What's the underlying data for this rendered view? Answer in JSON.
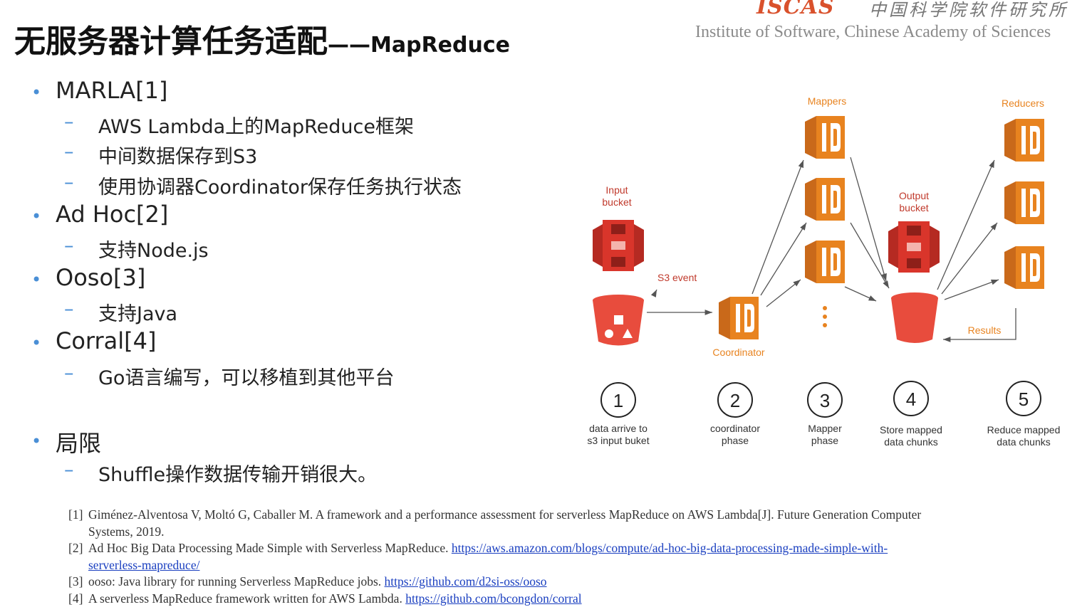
{
  "header": {
    "title_main": "无服务器计算任务适配",
    "title_sub": "——MapReduce",
    "logo_text": "ISCAS",
    "logo_cn": "中国科学院软件研究所",
    "institute": "Institute of Software, Chinese Academy of Sciences"
  },
  "bullets": [
    {
      "text": "MARLA[1]",
      "subs": [
        "AWS Lambda上的MapReduce框架",
        "中间数据保存到S3",
        "使用协调器Coordinator保存任务执行状态"
      ]
    },
    {
      "text": "Ad Hoc[2]",
      "subs": [
        "支持Node.js"
      ]
    },
    {
      "text": "Ooso[3]",
      "subs": [
        "支持Java"
      ]
    },
    {
      "text": "Corral[4]",
      "subs": [
        "Go语言编写，可以移植到其他平台"
      ]
    },
    {
      "text": "局限",
      "subs": [
        "Shuffle操作数据传输开销很大。"
      ]
    }
  ],
  "bullet_marker": "•",
  "sub_marker": "–",
  "diagram": {
    "mappers_label": "Mappers",
    "reducers_label": "Reducers",
    "input_bucket_line1": "Input",
    "input_bucket_line2": "bucket",
    "output_bucket_line1": "Output",
    "output_bucket_line2": "bucket",
    "s3_event_label": "S3 event",
    "coordinator_label": "Coordinator",
    "results_label": "Results",
    "steps": [
      {
        "num": "1",
        "line1": "data arrive to",
        "line2": "s3 input buket"
      },
      {
        "num": "2",
        "line1": "coordinator",
        "line2": "phase"
      },
      {
        "num": "3",
        "line1": "Mapper",
        "line2": "phase"
      },
      {
        "num": "4",
        "line1": "Store mapped",
        "line2": "data chunks"
      },
      {
        "num": "5",
        "line1": "Reduce mapped",
        "line2": "data chunks"
      }
    ],
    "colors": {
      "aws_orange": "#e8831f",
      "aws_red": "#d9352b",
      "arrow": "#555555",
      "label_red": "#c0392b",
      "label_orange": "#e8831f"
    }
  },
  "references": [
    {
      "num": "[1]",
      "text": "Giménez-Alventosa V, Moltó G, Caballer M. A framework and a performance assessment for serverless MapReduce on AWS Lambda[J]. Future Generation Computer Systems, 2019.",
      "link": ""
    },
    {
      "num": "[2]",
      "text": "Ad Hoc Big Data Processing Made Simple with Serverless MapReduce. ",
      "link": "https://aws.amazon.com/blogs/compute/ad-hoc-big-data-processing-made-simple-with-serverless-mapreduce/"
    },
    {
      "num": "[3]",
      "text": "ooso: Java library for running Serverless MapReduce jobs. ",
      "link": "https://github.com/d2si-oss/ooso"
    },
    {
      "num": "[4]",
      "text": "A serverless MapReduce framework written for AWS Lambda. ",
      "link": "https://github.com/bcongdon/corral"
    }
  ]
}
